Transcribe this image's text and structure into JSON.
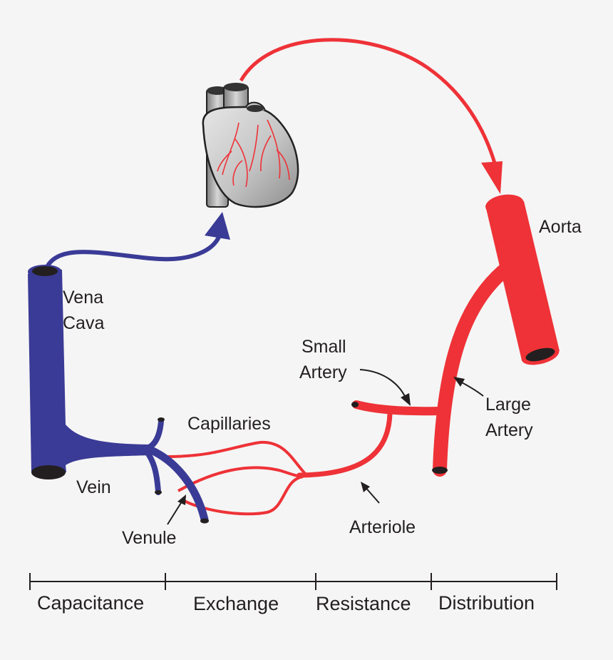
{
  "colors": {
    "artery": "#ee3237",
    "vein": "#3a3b96",
    "background": "#f5f5f5",
    "text": "#231f20",
    "heart_fill": "#bdbdbd"
  },
  "labels": {
    "aorta": "Aorta",
    "vena_cava_line1": "Vena",
    "vena_cava_line2": "Cava",
    "small_artery_line1": "Small",
    "small_artery_line2": "Artery",
    "large_artery_line1": "Large",
    "large_artery_line2": "Artery",
    "capillaries": "Capillaries",
    "vein": "Vein",
    "venule": "Venule",
    "arteriole": "Arteriole"
  },
  "scale": {
    "segments": [
      "Capacitance",
      "Exchange",
      "Resistance",
      "Distribution"
    ]
  }
}
